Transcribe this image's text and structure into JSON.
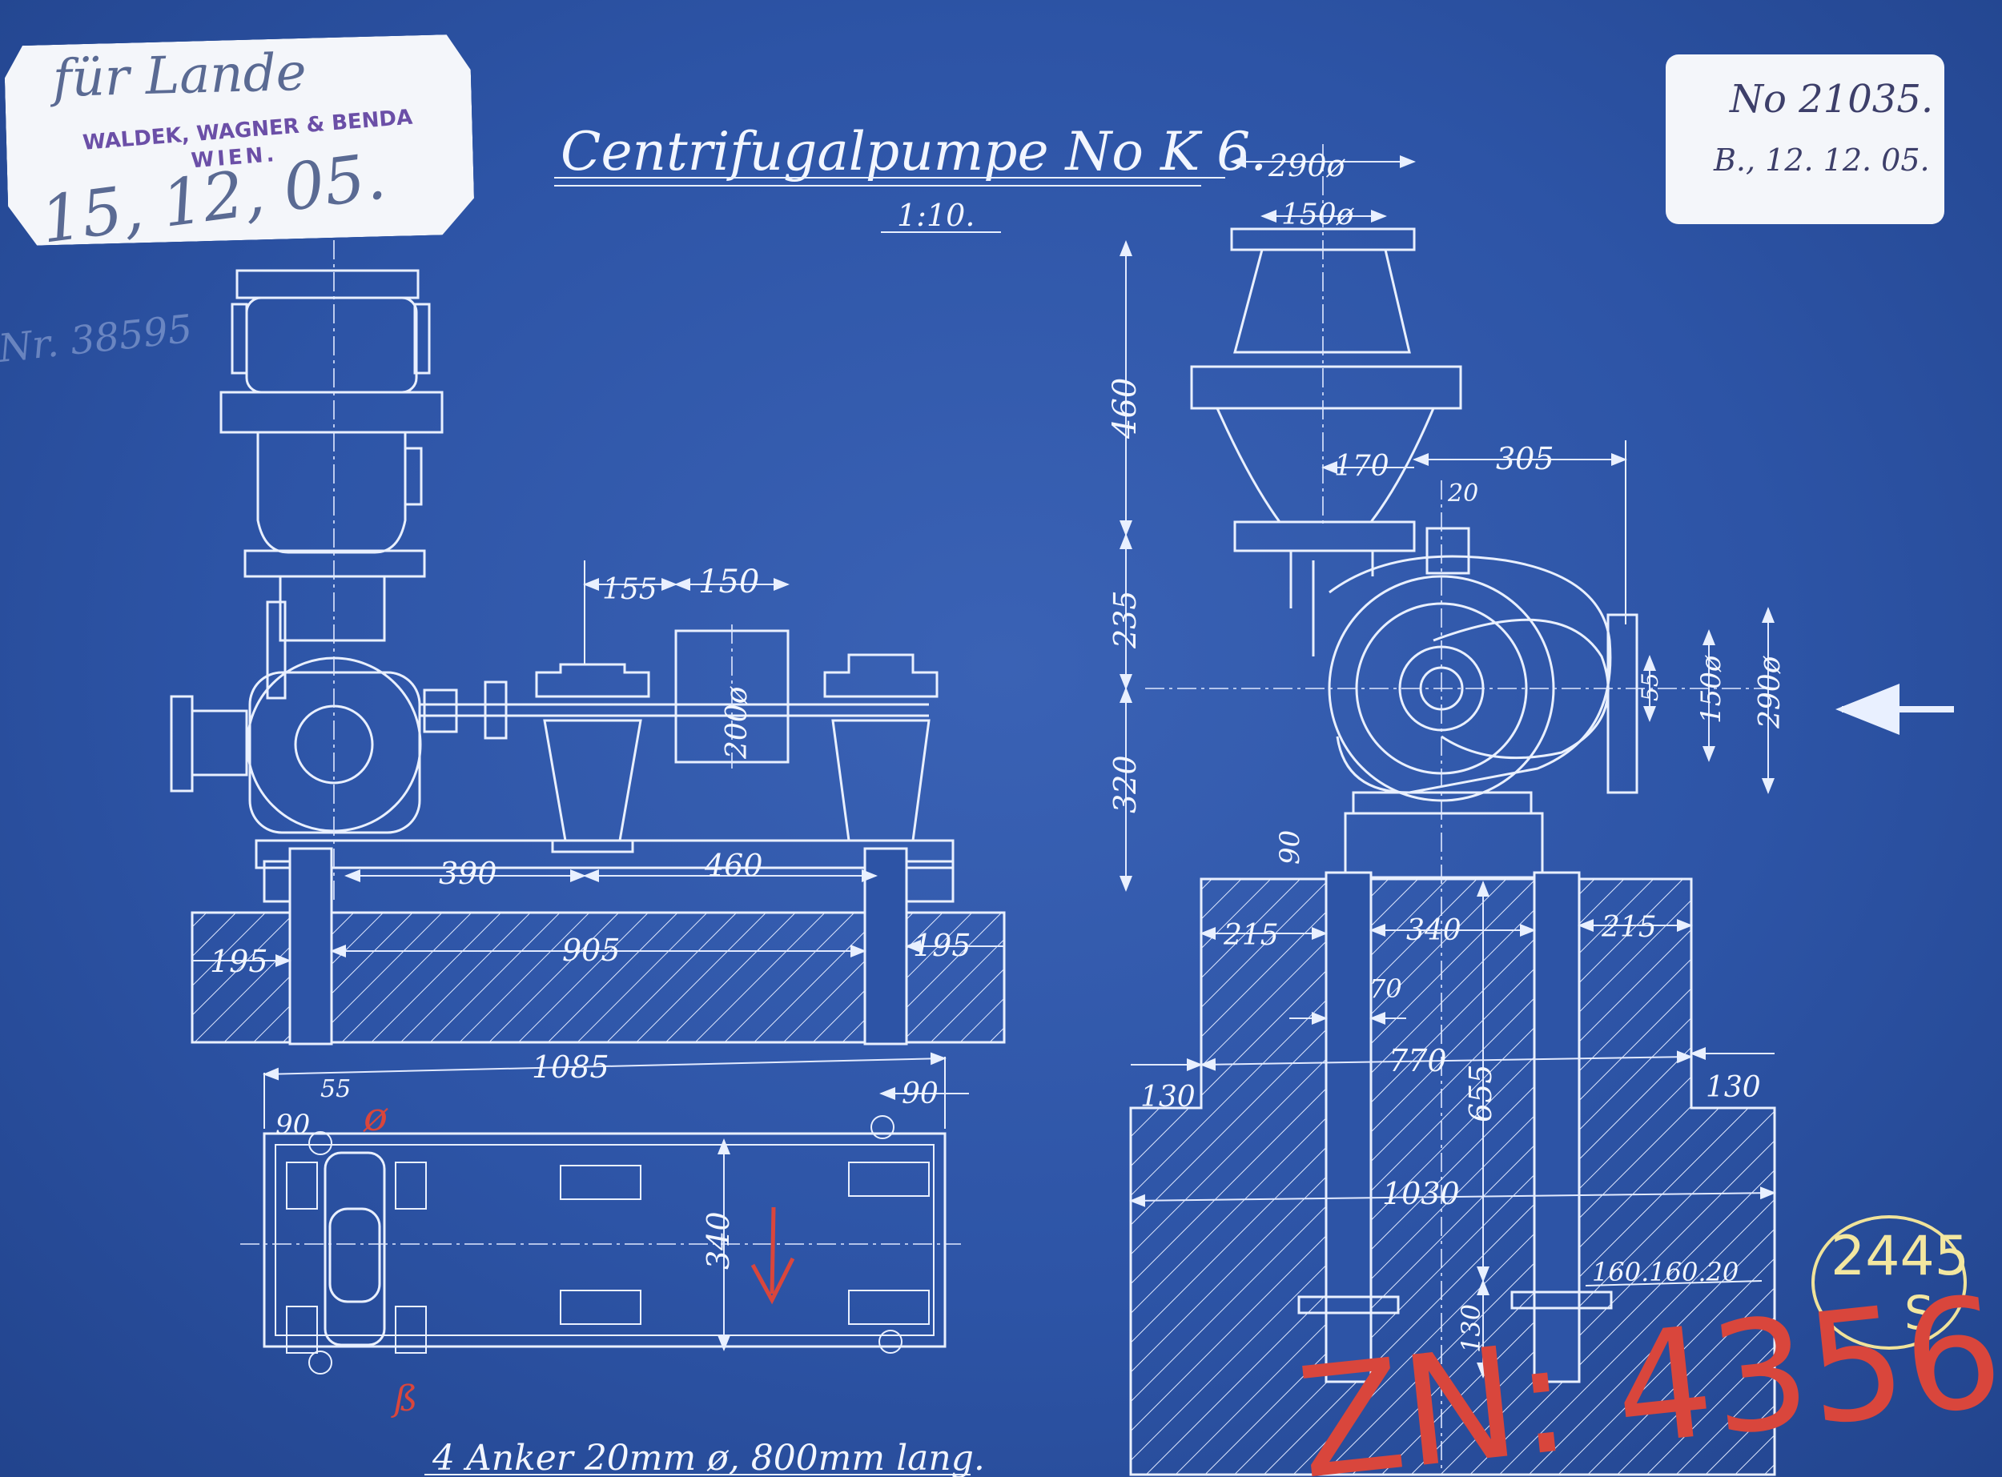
{
  "title": {
    "main": "Centrifugalpumpe No K 6.",
    "scale": "1:10."
  },
  "stamps": {
    "left": {
      "handwritten": "für Lande",
      "firm": "WALDEK, WAGNER & BENDA",
      "city": "WIEN.",
      "date": "15, 12, 05."
    },
    "right": {
      "number": "No 21035.",
      "date": "B., 12. 12. 05."
    }
  },
  "marginal": {
    "side_number": "Nr. 38595",
    "circle_number": "2445",
    "circle_suffix": "S",
    "zn_number": "ZN: 4356",
    "red_mark_top": "ø",
    "red_mark_bottom": "ß"
  },
  "side_view": {
    "dims": {
      "d155": "155",
      "d150": "150",
      "d200": "200ø",
      "d390": "390",
      "d460": "460",
      "d195_left": "195",
      "d905": "905",
      "d195_right": "195"
    }
  },
  "plan_view": {
    "dims": {
      "d1085": "1085",
      "d55": "55",
      "d90_left": "90",
      "d90_right": "90",
      "d340": "340"
    },
    "note": "4 Anker 20mm ø, 800mm lang."
  },
  "end_view": {
    "dims": {
      "d290_top": "290ø",
      "d150_top": "150ø",
      "d460": "460",
      "d170": "170",
      "d305": "305",
      "d20": "20",
      "d235": "235",
      "d320": "320",
      "d55": "55",
      "d150_side": "150ø",
      "d290_side": "290ø",
      "d90": "90",
      "d215_left": "215",
      "d340": "340",
      "d215_right": "215",
      "d70": "70",
      "d770": "770",
      "d655": "655",
      "d130_left": "130",
      "d130_right": "130",
      "d1030": "1030",
      "d160": "160.160.20",
      "d130_bottom": "130"
    }
  },
  "colors": {
    "paper": "#2d54a6",
    "lines": "#e9f0ff",
    "red_ink": "#d9463c",
    "label": "#f4f6fa",
    "yellow_chalk": "#f0e39a"
  }
}
